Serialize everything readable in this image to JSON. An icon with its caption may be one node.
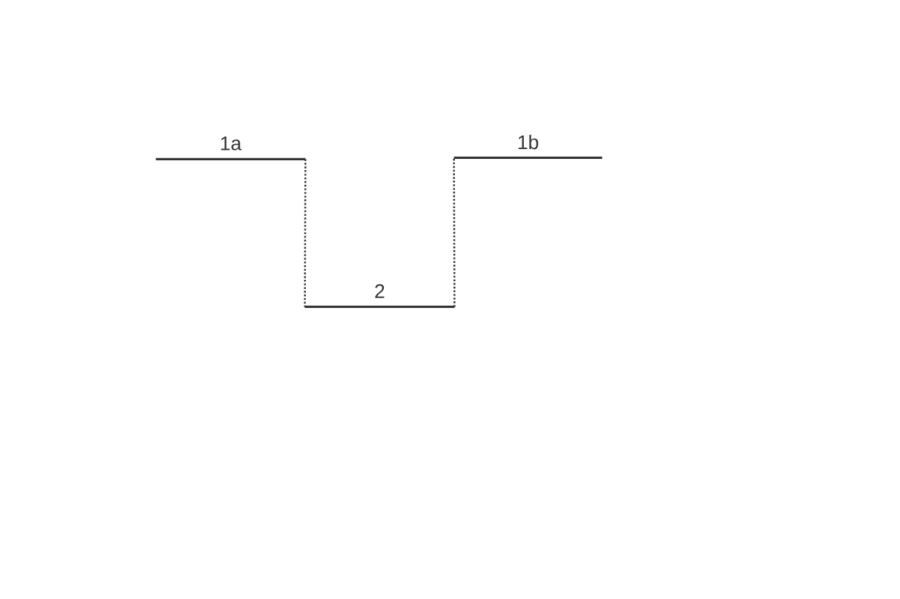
{
  "diagram": {
    "nodes": [
      {
        "text": [
          "1a"
        ]
      },
      {
        "text": [
          "1b"
        ]
      },
      {
        "text": [
          "2"
        ]
      }
    ],
    "edges": [
      {
        "from": 0,
        "to": 2,
        "arrow": "none"
      },
      {
        "from": 2,
        "to": 1,
        "arrow": "none"
      }
    ]
  }
}
